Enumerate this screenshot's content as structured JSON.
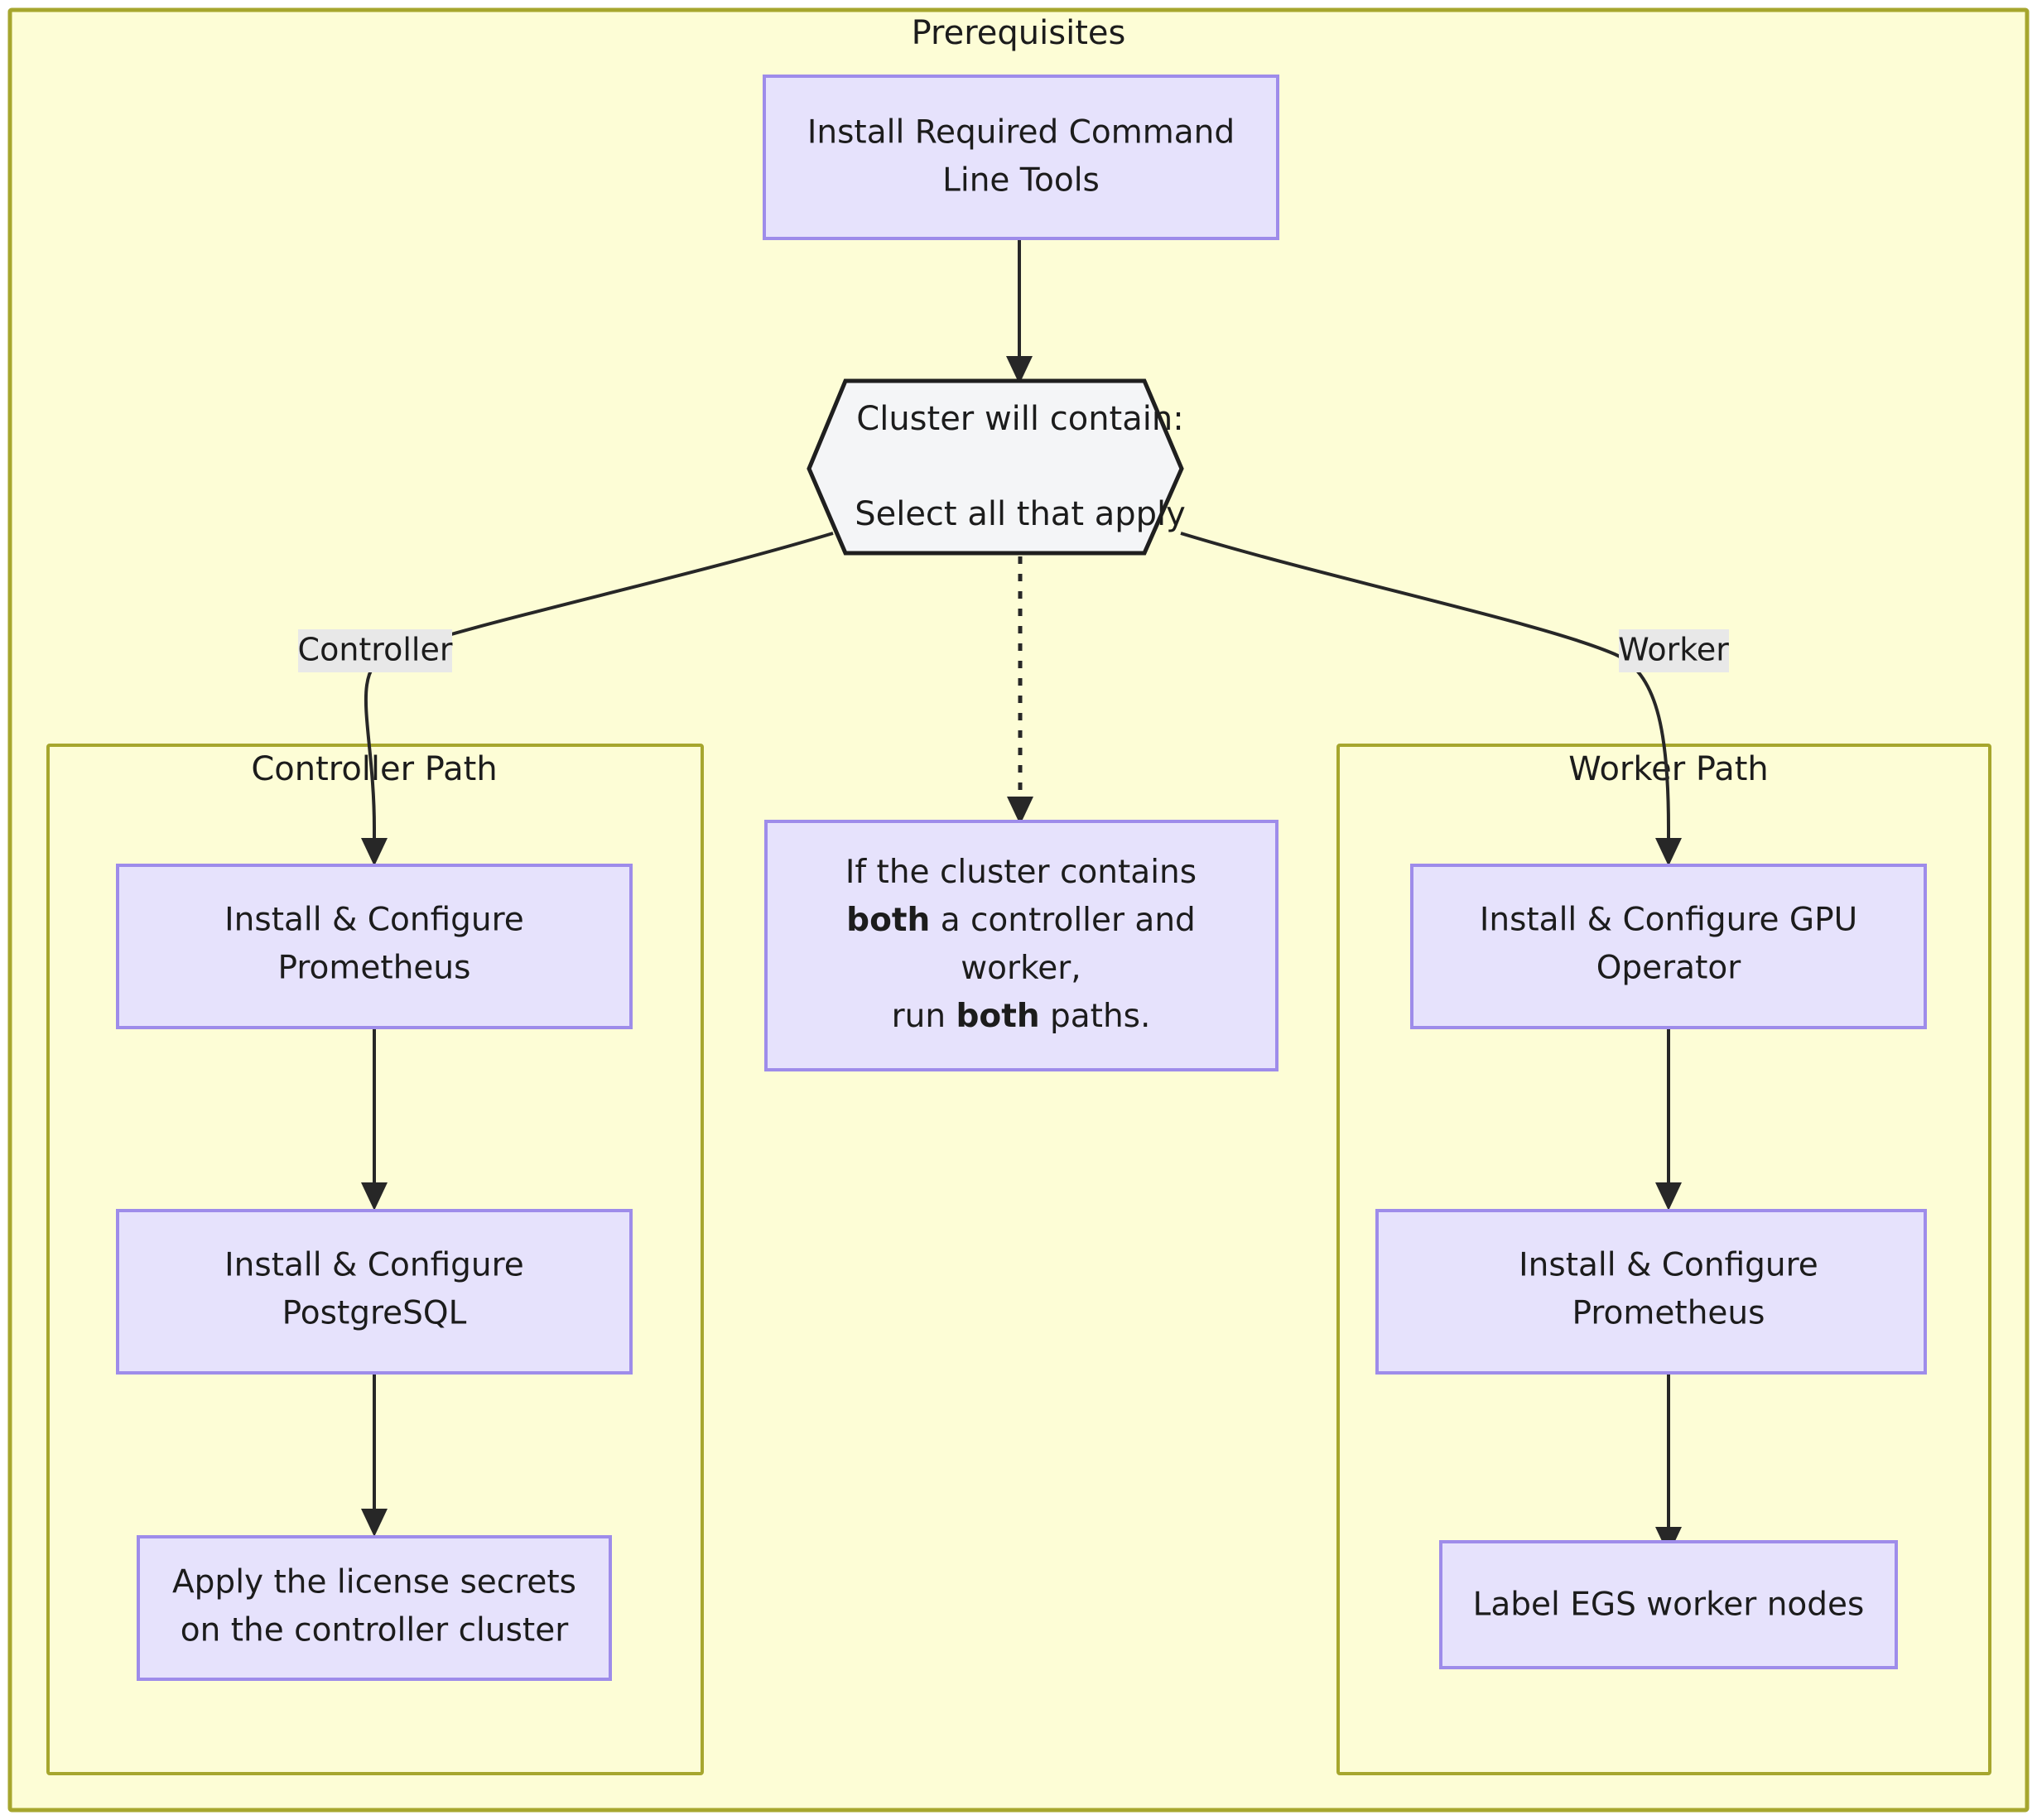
{
  "diagram": {
    "type": "flowchart",
    "direction": "top-down",
    "title": "Prerequisites",
    "background_color": "#fdfdd6",
    "outer_border_color": "#a6a62e",
    "node_fill_color": "#e6e2fc",
    "node_border_color": "#9e8cea",
    "decision_fill_color": "#f4f5f7",
    "decision_border_color": "#1f1f1f",
    "edge_color": "#272727",
    "edge_label_bg_color": "#e8e8e8"
  },
  "nodes": {
    "install_tools": {
      "id": "install-required-command-line-tools",
      "shape": "rect",
      "lines": [
        "Install Required Command",
        "Line Tools"
      ]
    },
    "decision": {
      "id": "cluster-will-contain",
      "shape": "hexagon",
      "lines": [
        "Cluster will contain:",
        "",
        "Select all that apply"
      ]
    },
    "note_both": {
      "id": "if-cluster-contains-both",
      "shape": "rect",
      "rich_lines": [
        [
          {
            "t": "If the cluster contains",
            "b": false
          }
        ],
        [
          {
            "t": "both",
            "b": true
          },
          {
            "t": " a controller and",
            "b": false
          }
        ],
        [
          {
            "t": "worker,",
            "b": false
          }
        ],
        [
          {
            "t": "run ",
            "b": false
          },
          {
            "t": "both",
            "b": true
          },
          {
            "t": " paths.",
            "b": false
          }
        ]
      ]
    },
    "ctrl_prometheus": {
      "id": "install-configure-prometheus-controller",
      "shape": "rect",
      "lines": [
        "Install & Configure",
        "Prometheus"
      ]
    },
    "ctrl_postgres": {
      "id": "install-configure-postgresql",
      "shape": "rect",
      "lines": [
        "Install & Configure",
        "PostgreSQL"
      ]
    },
    "ctrl_license": {
      "id": "apply-license-secrets",
      "shape": "rect",
      "lines": [
        "Apply the license secrets",
        "on the controller cluster"
      ]
    },
    "worker_gpu": {
      "id": "install-configure-gpu-operator",
      "shape": "rect",
      "lines": [
        "Install & Configure GPU",
        "Operator"
      ]
    },
    "worker_prometheus": {
      "id": "install-configure-prometheus-worker",
      "shape": "rect",
      "lines": [
        "Install & Configure",
        "Prometheus"
      ]
    },
    "worker_label": {
      "id": "label-egs-worker-nodes",
      "shape": "rect",
      "lines": [
        "Label EGS worker nodes"
      ]
    }
  },
  "clusters": {
    "prerequisites": {
      "label": "Prerequisites"
    },
    "controller_path": {
      "label": "Controller Path"
    },
    "worker_path": {
      "label": "Worker Path"
    }
  },
  "edges": [
    {
      "from": "install_tools",
      "to": "decision",
      "label": "",
      "style": "solid"
    },
    {
      "from": "decision",
      "to": "ctrl_prometheus",
      "label": "Controller",
      "style": "solid"
    },
    {
      "from": "decision",
      "to": "note_both",
      "label": "",
      "style": "dotted"
    },
    {
      "from": "decision",
      "to": "worker_gpu",
      "label": "Worker",
      "style": "solid"
    },
    {
      "from": "ctrl_prometheus",
      "to": "ctrl_postgres",
      "label": "",
      "style": "solid"
    },
    {
      "from": "ctrl_postgres",
      "to": "ctrl_license",
      "label": "",
      "style": "solid"
    },
    {
      "from": "worker_gpu",
      "to": "worker_prometheus",
      "label": "",
      "style": "solid"
    },
    {
      "from": "worker_prometheus",
      "to": "worker_label",
      "label": "",
      "style": "solid"
    }
  ],
  "edge_labels": {
    "controller": "Controller",
    "worker": "Worker"
  }
}
